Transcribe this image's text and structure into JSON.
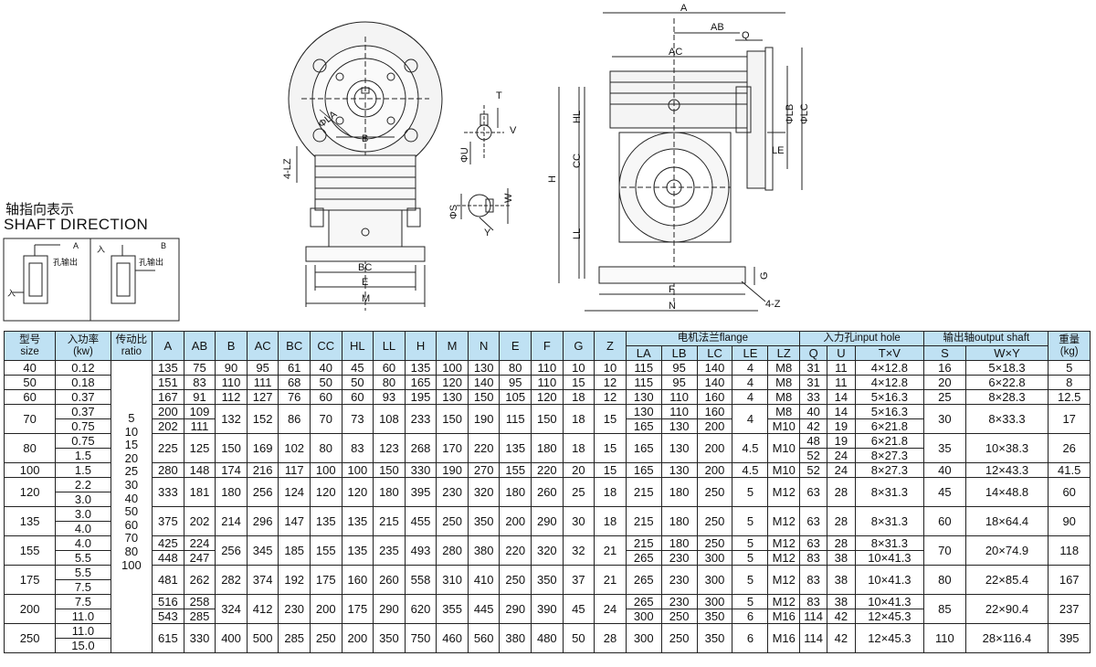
{
  "shaft_direction": {
    "title_cn": "轴指向表示",
    "title_en": "SHAFT DIRECTION",
    "box1": {
      "label_a": "A",
      "label_in": "入",
      "label_out": "孔输出"
    },
    "box2": {
      "label_b": "B",
      "label_in": "入",
      "label_out": "孔输出"
    }
  },
  "drawing_labels": {
    "A": "A",
    "AB": "AB",
    "Q": "Q",
    "AC": "AC",
    "LB": "ΦLB",
    "LC": "ΦLC",
    "LE": "LE",
    "HL": "HL",
    "CC": "CC",
    "H": "H",
    "LL": "LL",
    "G": "G",
    "F": "F",
    "N": "N",
    "Z4": "4-Z",
    "LZ4": "4-LZ",
    "LA": "ΦLA",
    "B": "B",
    "BC": "BC",
    "E": "E",
    "M": "M",
    "T": "T",
    "V": "V",
    "U": "ΦU",
    "S": "ΦS",
    "W": "W",
    "Y": "Y"
  },
  "table": {
    "headers": {
      "size_cn": "型号",
      "size_en": "size",
      "power_cn": "入功率",
      "power_en": "(kw)",
      "ratio_cn": "传动比",
      "ratio_en": "ratio",
      "cols": [
        "A",
        "AB",
        "B",
        "AC",
        "BC",
        "CC",
        "HL",
        "LL",
        "H",
        "M",
        "N",
        "E",
        "F",
        "G",
        "Z"
      ],
      "flange_group": "电机法兰flange",
      "flange_cols": [
        "LA",
        "LB",
        "LC",
        "LE",
        "LZ"
      ],
      "input_group": "入力孔input hole",
      "input_cols": [
        "Q",
        "U",
        "T×V"
      ],
      "output_group": "输出轴output shaft",
      "output_cols": [
        "S",
        "W×Y"
      ],
      "weight_cn": "重量",
      "weight_en": "(kg)"
    },
    "ratios": [
      "5",
      "10",
      "15",
      "20",
      "25",
      "30",
      "40",
      "50",
      "60",
      "70",
      "80",
      "100"
    ],
    "rows": [
      {
        "size": "40",
        "power": [
          "0.12"
        ],
        "dims": [
          "135",
          "75",
          "90",
          "95",
          "61",
          "40",
          "45",
          "60",
          "135",
          "100",
          "130",
          "80",
          "110",
          "10",
          "10"
        ],
        "flange": [
          [
            "115",
            "95",
            "140",
            "4",
            "M8"
          ]
        ],
        "input": [
          [
            "31",
            "11",
            "4×12.8"
          ]
        ],
        "S": "16",
        "WY": "5×18.3",
        "kg": "5"
      },
      {
        "size": "50",
        "power": [
          "0.18"
        ],
        "dims": [
          "151",
          "83",
          "110",
          "111",
          "68",
          "50",
          "50",
          "80",
          "165",
          "120",
          "140",
          "95",
          "110",
          "15",
          "12"
        ],
        "flange": [
          [
            "115",
            "95",
            "140",
            "4",
            "M8"
          ]
        ],
        "input": [
          [
            "31",
            "11",
            "4×12.8"
          ]
        ],
        "S": "20",
        "WY": "6×22.8",
        "kg": "8"
      },
      {
        "size": "60",
        "power": [
          "0.37"
        ],
        "dims": [
          "167",
          "91",
          "112",
          "127",
          "76",
          "60",
          "60",
          "93",
          "195",
          "130",
          "150",
          "105",
          "120",
          "18",
          "12"
        ],
        "flange": [
          [
            "130",
            "110",
            "160",
            "4",
            "M8"
          ]
        ],
        "input": [
          [
            "33",
            "14",
            "5×16.3"
          ]
        ],
        "S": "25",
        "WY": "8×28.3",
        "kg": "12.5"
      },
      {
        "size": "70",
        "power": [
          "0.37",
          "0.75"
        ],
        "dims": [
          [
            "200",
            "202"
          ],
          [
            "109",
            "111"
          ],
          "132",
          "152",
          "86",
          "70",
          "73",
          "108",
          "233",
          "150",
          "190",
          "115",
          "150",
          "18",
          "15"
        ],
        "flange": [
          [
            "130",
            "110",
            "160",
            "",
            "M8"
          ],
          [
            "165",
            "130",
            "200",
            "",
            "M10"
          ]
        ],
        "LE": "4",
        "input": [
          [
            "40",
            "14",
            "5×16.3"
          ],
          [
            "42",
            "19",
            "6×21.8"
          ]
        ],
        "S": "30",
        "WY": "8×33.3",
        "kg": "17"
      },
      {
        "size": "80",
        "power": [
          "0.75",
          "1.5"
        ],
        "dims": [
          "225",
          "125",
          "150",
          "169",
          "102",
          "80",
          "83",
          "123",
          "268",
          "170",
          "220",
          "135",
          "180",
          "18",
          "15"
        ],
        "flange": [
          [
            "165",
            "130",
            "200",
            "4.5",
            "M10"
          ]
        ],
        "input": [
          [
            "48",
            "19",
            "6×21.8"
          ],
          [
            "52",
            "24",
            "8×27.3"
          ]
        ],
        "S": "35",
        "WY": "10×38.3",
        "kg": "26"
      },
      {
        "size": "100",
        "power": [
          "1.5"
        ],
        "dims": [
          "280",
          "148",
          "174",
          "216",
          "117",
          "100",
          "100",
          "150",
          "330",
          "190",
          "270",
          "155",
          "220",
          "20",
          "15"
        ],
        "flange": [
          [
            "165",
            "130",
            "200",
            "4.5",
            "M10"
          ]
        ],
        "input": [
          [
            "52",
            "24",
            "8×27.3"
          ]
        ],
        "S": "40",
        "WY": "12×43.3",
        "kg": "41.5"
      },
      {
        "size": "120",
        "power": [
          "2.2",
          "3.0"
        ],
        "dims": [
          "333",
          "181",
          "180",
          "256",
          "124",
          "120",
          "120",
          "180",
          "395",
          "230",
          "320",
          "180",
          "260",
          "25",
          "18"
        ],
        "flange": [
          [
            "215",
            "180",
            "250",
            "5",
            "M12"
          ]
        ],
        "input": [
          [
            "63",
            "28",
            "8×31.3"
          ]
        ],
        "S": "45",
        "WY": "14×48.8",
        "kg": "60"
      },
      {
        "size": "135",
        "power": [
          "3.0",
          "4.0"
        ],
        "dims": [
          "375",
          "202",
          "214",
          "296",
          "147",
          "135",
          "135",
          "215",
          "455",
          "250",
          "350",
          "200",
          "290",
          "30",
          "18"
        ],
        "flange": [
          [
            "215",
            "180",
            "250",
            "5",
            "M12"
          ]
        ],
        "input": [
          [
            "63",
            "28",
            "8×31.3"
          ]
        ],
        "S": "60",
        "WY": "18×64.4",
        "kg": "90"
      },
      {
        "size": "155",
        "power": [
          "4.0",
          "5.5"
        ],
        "dims": [
          [
            "425",
            "448"
          ],
          [
            "224",
            "247"
          ],
          "256",
          "345",
          "185",
          "155",
          "135",
          "235",
          "493",
          "280",
          "380",
          "220",
          "320",
          "32",
          "21"
        ],
        "flange": [
          [
            "215",
            "180",
            "250",
            "5",
            "M12"
          ],
          [
            "265",
            "230",
            "300",
            "5",
            "M12"
          ]
        ],
        "input": [
          [
            "63",
            "28",
            "8×31.3"
          ],
          [
            "83",
            "38",
            "10×41.3"
          ]
        ],
        "S": "70",
        "WY": "20×74.9",
        "kg": "118"
      },
      {
        "size": "175",
        "power": [
          "5.5",
          "7.5"
        ],
        "dims": [
          "481",
          "262",
          "282",
          "374",
          "192",
          "175",
          "160",
          "260",
          "558",
          "310",
          "410",
          "250",
          "350",
          "37",
          "21"
        ],
        "flange": [
          [
            "265",
            "230",
            "300",
            "5",
            "M12"
          ]
        ],
        "input": [
          [
            "83",
            "38",
            "10×41.3"
          ]
        ],
        "S": "80",
        "WY": "22×85.4",
        "kg": "167"
      },
      {
        "size": "200",
        "power": [
          "7.5",
          "11.0"
        ],
        "dims": [
          [
            "516",
            "543"
          ],
          [
            "258",
            "285"
          ],
          "324",
          "412",
          "230",
          "200",
          "175",
          "290",
          "620",
          "355",
          "445",
          "290",
          "390",
          "45",
          "24"
        ],
        "flange": [
          [
            "265",
            "230",
            "300",
            "5",
            "M12"
          ],
          [
            "300",
            "250",
            "350",
            "6",
            "M16"
          ]
        ],
        "input": [
          [
            "83",
            "38",
            "10×41.3"
          ],
          [
            "114",
            "42",
            "12×45.3"
          ]
        ],
        "S": "85",
        "WY": "22×90.4",
        "kg": "237"
      },
      {
        "size": "250",
        "power": [
          "11.0",
          "15.0"
        ],
        "dims": [
          "615",
          "330",
          "400",
          "500",
          "285",
          "250",
          "200",
          "350",
          "750",
          "460",
          "560",
          "380",
          "480",
          "50",
          "28"
        ],
        "flange": [
          [
            "300",
            "250",
            "350",
            "6",
            "M16"
          ]
        ],
        "input": [
          [
            "114",
            "42",
            "12×45.3"
          ]
        ],
        "S": "110",
        "WY": "28×116.4",
        "kg": "395"
      }
    ]
  }
}
